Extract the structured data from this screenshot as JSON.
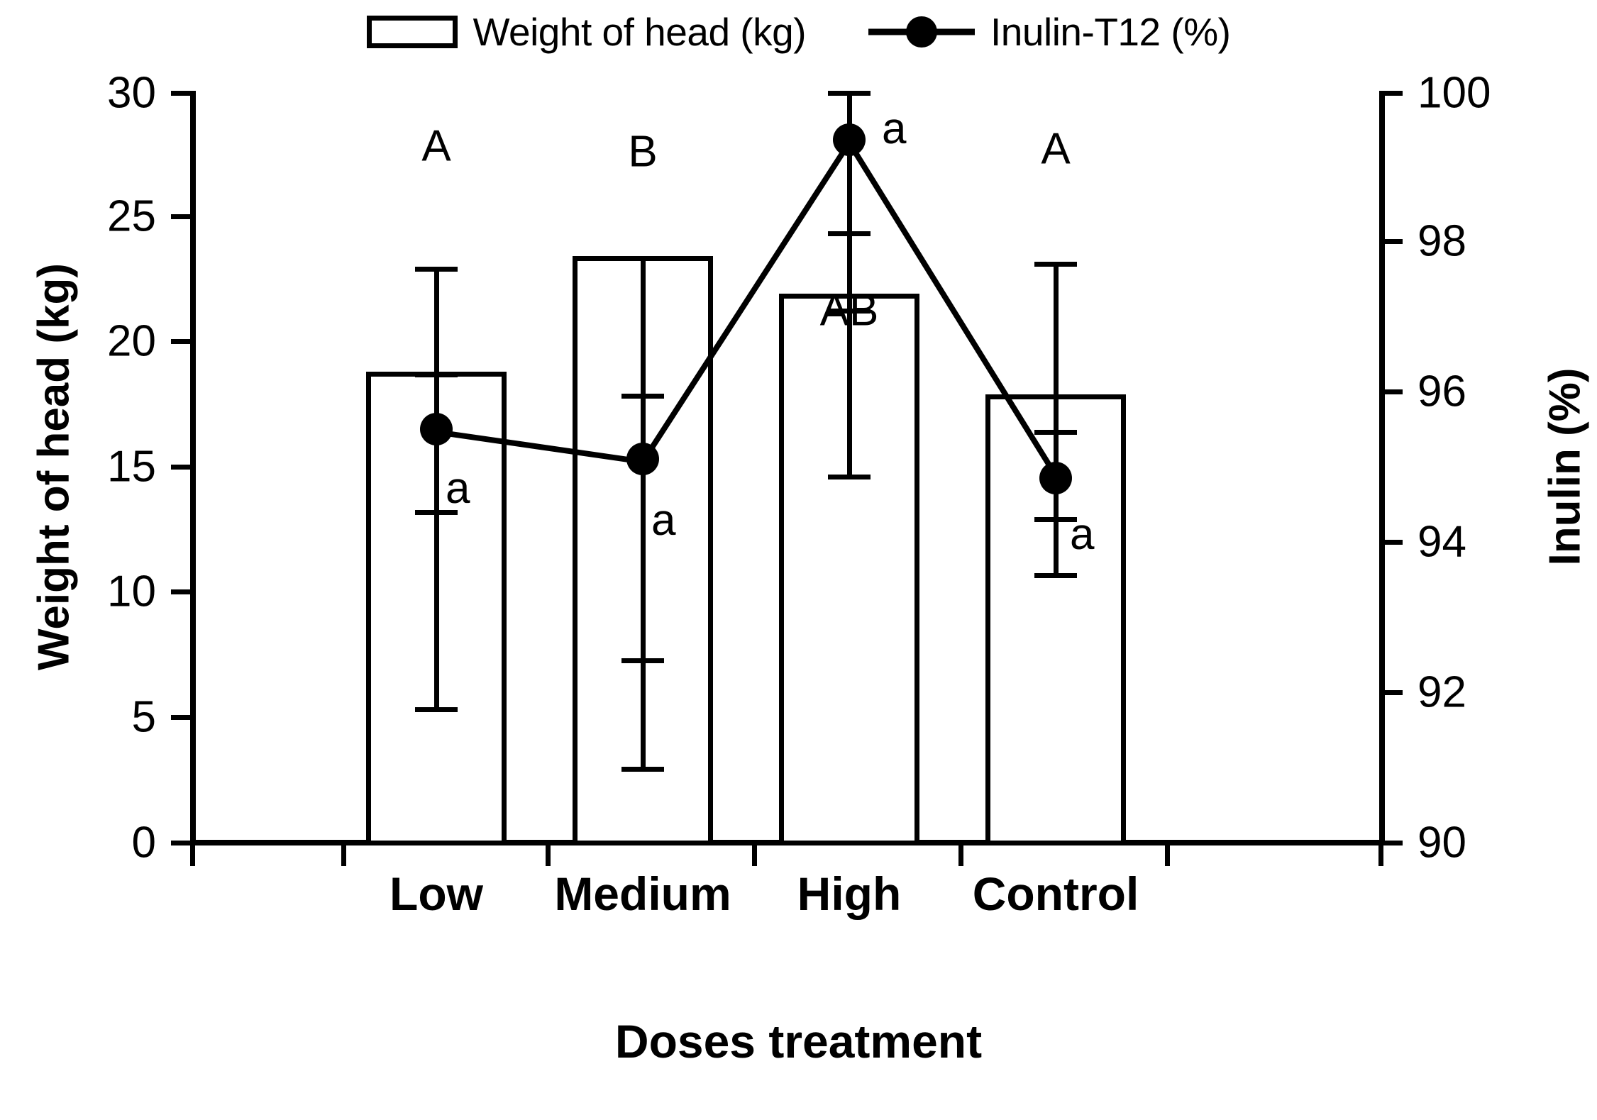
{
  "legend": {
    "items": [
      {
        "label": "Weight of head (kg)",
        "marker": "bar-swatch"
      },
      {
        "label": "Inulin-T12 (%)",
        "marker": "line-dot-swatch"
      }
    ]
  },
  "axes": {
    "left_title": "Weight of head (kg)",
    "right_title": "Inulin (%)",
    "bottom_title": "Doses treatment",
    "left_ticks": [
      "0",
      "5",
      "10",
      "15",
      "20",
      "25",
      "30"
    ],
    "right_ticks": [
      "90",
      "92",
      "94",
      "96",
      "98",
      "100"
    ],
    "categories": [
      "Low",
      "Medium",
      "High",
      "Control"
    ]
  },
  "chart_data": {
    "type": "bar",
    "title": "",
    "xlabel": "Doses treatment",
    "ylabel": "Weight of head (kg)",
    "y2label": "Inulin (%)",
    "ylim": [
      0,
      30
    ],
    "y2lim": [
      90,
      100
    ],
    "grid": false,
    "legend_position": "top-center",
    "categories": [
      "Low",
      "Medium",
      "High",
      "Control"
    ],
    "series": [
      {
        "name": "Weight of head (kg)",
        "type": "bar",
        "axis": "left",
        "values": [
          18.8,
          23.4,
          21.9,
          17.9
        ],
        "error_upper": [
          4.2,
          4.4,
          2.5,
          5.3
        ],
        "error_lower": [
          5.6,
          5.6,
          4.1,
          5.0
        ],
        "letters": [
          "A",
          "B",
          "AB",
          "A"
        ]
      },
      {
        "name": "Inulin-T12 (%)",
        "type": "line",
        "axis": "right",
        "values": [
          95.5,
          95.1,
          99.35,
          94.75
        ],
        "error_upper": [
          0.75,
          0.9,
          0.6,
          0.6
        ],
        "error_lower": [
          0.8,
          0.75,
          0.75,
          0.6
        ],
        "letters": [
          "a",
          "a",
          "a",
          "a"
        ]
      }
    ]
  }
}
